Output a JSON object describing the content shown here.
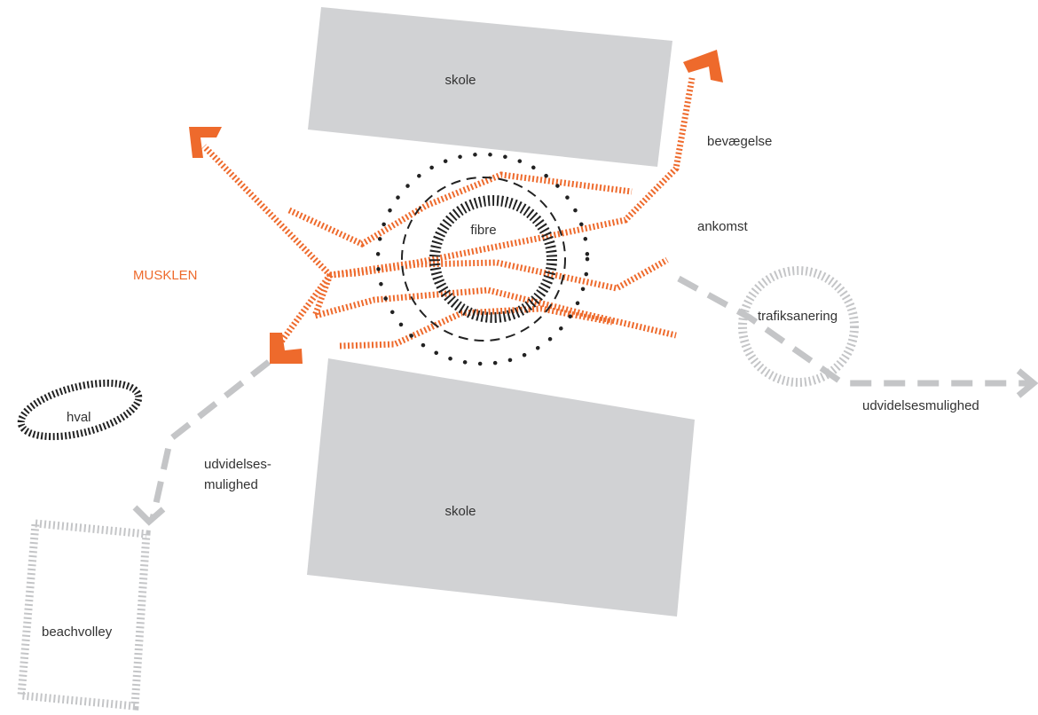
{
  "colors": {
    "accent": "#ee6a2c",
    "building": "#d1d2d4",
    "path_gray": "#c4c5c7",
    "ring_dark": "#222222",
    "text": "#333333"
  },
  "labels": {
    "school_top": "skole",
    "school_bottom": "skole",
    "movement": "bevægelse",
    "arrival": "ankomst",
    "fibre": "fibre",
    "muscle": "MUSKLEN",
    "traffic": "trafiksanering",
    "expansion_right": "udvidelsesmulighed",
    "expansion_left_line1": "udvidelses-",
    "expansion_left_line2": "mulighed",
    "whale": "hval",
    "beachvolley": "beachvolley"
  }
}
